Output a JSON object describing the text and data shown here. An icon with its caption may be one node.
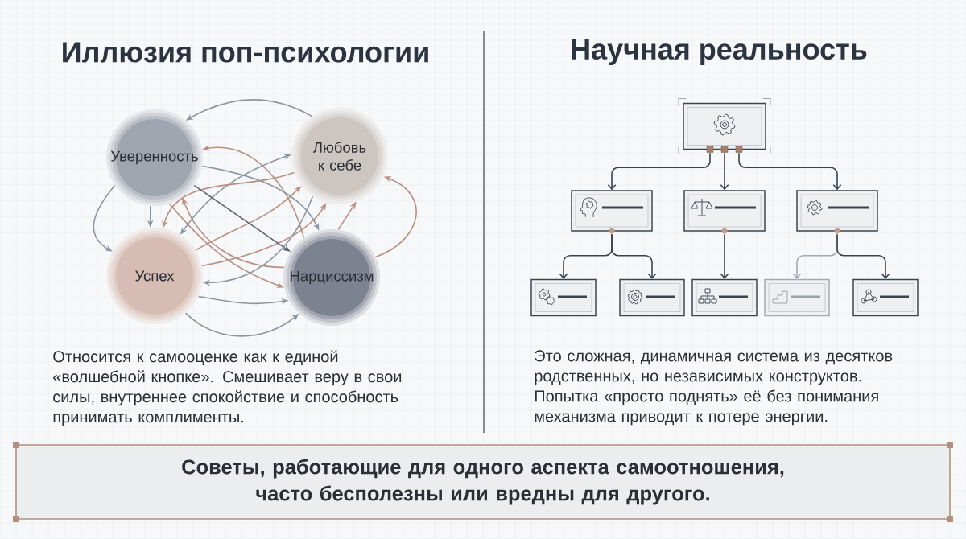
{
  "diagram": {
    "nodes": [
      {
        "text": [
          "Уверенность"
        ]
      },
      {
        "text": [
          "Любовь к себе"
        ]
      },
      {
        "text": [
          "Успех"
        ]
      },
      {
        "text": [
          "Нарциссизм"
        ]
      },
      {
        "text": [],
        "shape": "box"
      },
      {
        "text": [],
        "shape": "box"
      },
      {
        "text": [],
        "shape": "box"
      },
      {
        "text": [],
        "shape": "box"
      },
      {
        "text": [],
        "shape": "box"
      },
      {
        "text": [],
        "shape": "box"
      },
      {
        "text": [],
        "shape": "box"
      },
      {
        "text": [],
        "shape": "box"
      },
      {
        "text": [],
        "shape": "box"
      },
      {
        "text": [
          "Советы, работающие для одного аспекта самоотношения, часто бесполезны или вредны для другого."
        ]
      }
    ],
    "edges": [
      {
        "from": 1,
        "to": 0,
        "arrow": "to",
        "color": "#8c96a3"
      },
      {
        "from": 3,
        "to": 0,
        "arrow": "to",
        "color": "#b98e80"
      },
      {
        "from": 2,
        "to": 1,
        "arrow": "both",
        "color": "#8c96a3"
      },
      {
        "from": 1,
        "to": 2,
        "arrow": "to",
        "color": "#b98e80"
      },
      {
        "from": 2,
        "to": 1,
        "arrow": "to",
        "color": "#b98e80"
      },
      {
        "from": 2,
        "to": 1,
        "arrow": "to",
        "color": "#b98e80"
      },
      {
        "from": 0,
        "to": 3,
        "arrow": "to",
        "color": "#8c96a3"
      },
      {
        "from": 0,
        "to": 3,
        "arrow": "to",
        "color": "#5c6370"
      },
      {
        "from": 3,
        "to": 0,
        "arrow": "to",
        "color": "#b98e80"
      },
      {
        "from": 0,
        "to": 3,
        "arrow": "to",
        "color": "#b98e80"
      },
      {
        "from": 1,
        "to": 2,
        "arrow": "to",
        "color": "#8c96a3"
      },
      {
        "from": 3,
        "to": 1,
        "arrow": "to",
        "color": "#b98e80"
      },
      {
        "from": 3,
        "to": 1,
        "arrow": "to",
        "color": "#b98e80"
      },
      {
        "from": 0,
        "to": 2,
        "arrow": "to",
        "color": "#8c96a3"
      },
      {
        "from": 0,
        "to": 2,
        "arrow": "to",
        "color": "#8c96a3"
      },
      {
        "from": 2,
        "to": 3,
        "arrow": "to",
        "color": "#8c96a3"
      },
      {
        "from": 2,
        "to": 3,
        "arrow": "to",
        "color": "#8c96a3"
      },
      {
        "from": 4,
        "to": 5,
        "arrow": "to"
      },
      {
        "from": 4,
        "to": 6,
        "arrow": "to"
      },
      {
        "from": 4,
        "to": 7,
        "arrow": "to"
      },
      {
        "from": 5,
        "to": 8,
        "arrow": "to"
      },
      {
        "from": 5,
        "to": 9,
        "arrow": "to"
      },
      {
        "from": 6,
        "to": 10,
        "arrow": "to"
      },
      {
        "from": 7,
        "to": 11,
        "arrow": "to",
        "color": "#a3aab2"
      },
      {
        "from": 7,
        "to": 12,
        "arrow": "to"
      }
    ],
    "labels": [
      "Иллюзия поп-психологии",
      "Научная реальность",
      "Относится к самооценке как к единой «волшебной кнопке». Смешивает веру в свои силы, внутреннее спокойствие и способность принимать комплименты.",
      "Это сложная, динамичная система из десятков родственных, но независимых конструктов. Попытка «просто поднять» её без понимания механизма приводит к потере энергии."
    ]
  }
}
